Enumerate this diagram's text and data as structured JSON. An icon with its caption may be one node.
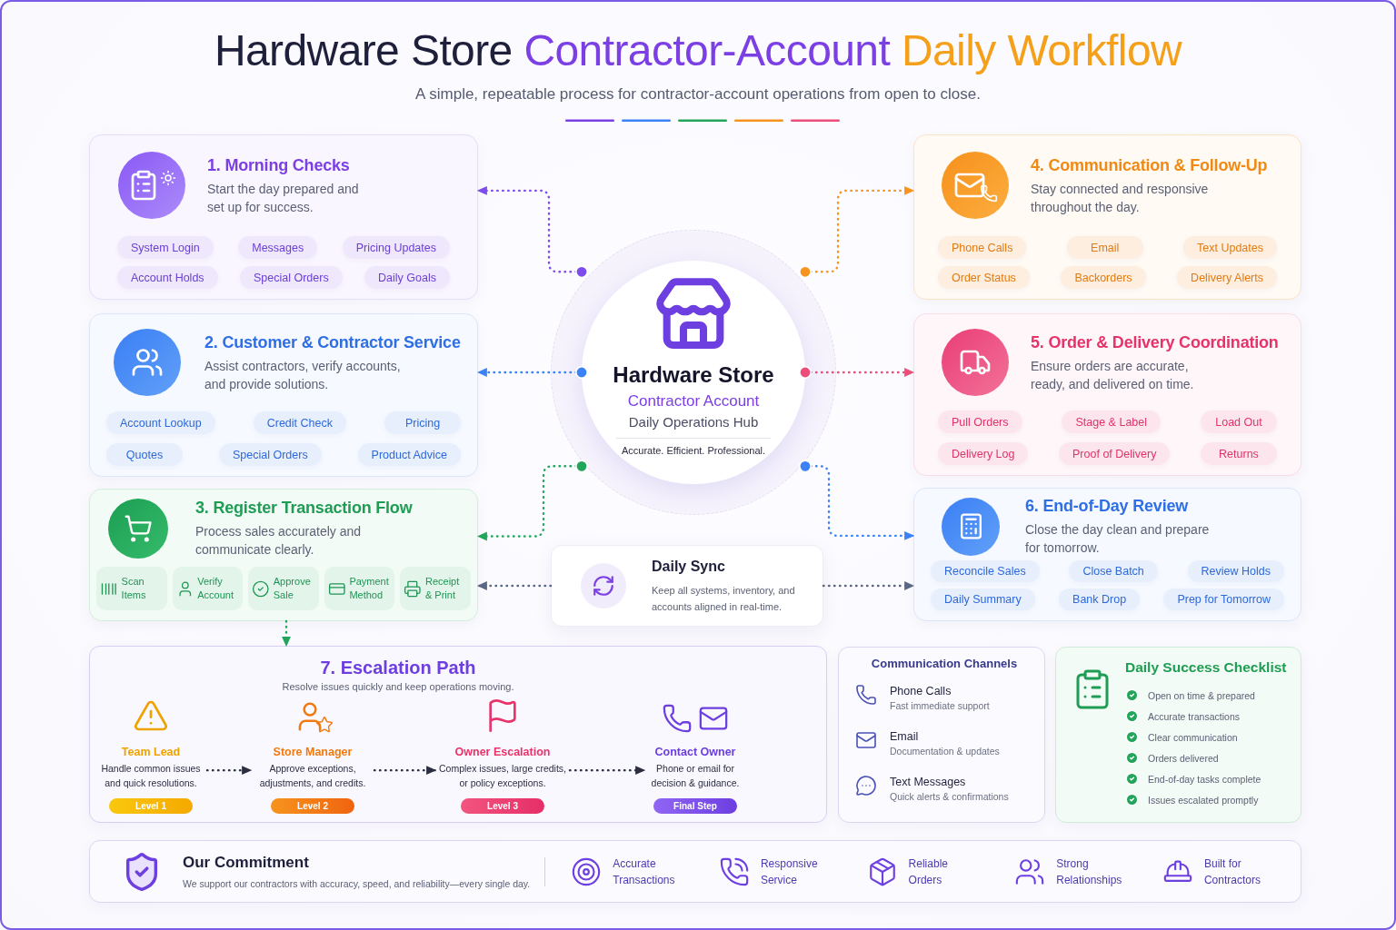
{
  "diagram": {
    "title": "Hardware Store Contractor-Account Daily Workflow",
    "caption": "A simple, repeatable process for contractor-account operations from open to close.",
    "nodes": [
      {
        "text": [
          "1. Morning Checks",
          "Start the day prepared and set up for success."
        ]
      },
      {
        "text": [
          "System Login"
        ],
        "in": 0
      },
      {
        "text": [
          "Messages"
        ],
        "in": 0
      },
      {
        "text": [
          "Pricing Updates"
        ],
        "in": 0
      },
      {
        "text": [
          "Account Holds"
        ],
        "in": 0
      },
      {
        "text": [
          "Special Orders"
        ],
        "in": 0
      },
      {
        "text": [
          "Daily Goals"
        ],
        "in": 0
      },
      {
        "text": [
          "Hardware Store",
          "Contractor Account",
          "Daily Operations Hub",
          "Accurate. Efficient. Professional."
        ]
      },
      {
        "text": [
          "4. Communication & Follow-Up",
          "Stay connected and responsive throughout the day."
        ]
      },
      {
        "text": [
          "Phone Calls"
        ],
        "in": 8
      },
      {
        "text": [
          "Email"
        ],
        "in": 8
      },
      {
        "text": [
          "Text Updates"
        ],
        "in": 8
      },
      {
        "text": [
          "Order Status"
        ],
        "in": 8
      },
      {
        "text": [
          "Backorders"
        ],
        "in": 8
      },
      {
        "text": [
          "Delivery Alerts"
        ],
        "in": 8
      },
      {
        "text": [
          "2. Customer & Contractor Service",
          "Assist contractors, verify accounts, and provide solutions."
        ]
      },
      {
        "text": [
          "Account Lookup"
        ],
        "in": 15
      },
      {
        "text": [
          "Credit Check"
        ],
        "in": 15
      },
      {
        "text": [
          "Pricing"
        ],
        "in": 15
      },
      {
        "text": [
          "Quotes"
        ],
        "in": 15
      },
      {
        "text": [
          "Special Orders"
        ],
        "in": 15
      },
      {
        "text": [
          "Product Advice"
        ],
        "in": 15
      },
      {
        "text": [
          "5. Order & Delivery Coordination",
          "Ensure orders are accurate, ready, and delivered on time."
        ]
      },
      {
        "text": [
          "Pull Orders"
        ],
        "in": 22
      },
      {
        "text": [
          "Stage & Label"
        ],
        "in": 22
      },
      {
        "text": [
          "Load Out"
        ],
        "in": 22
      },
      {
        "text": [
          "Delivery Log"
        ],
        "in": 22
      },
      {
        "text": [
          "Proof of Delivery"
        ],
        "in": 22
      },
      {
        "text": [
          "Returns"
        ],
        "in": 22
      },
      {
        "text": [
          "3. Register Transaction Flow",
          "Process sales accurately and communicate clearly."
        ]
      },
      {
        "text": [
          "Scan Items"
        ],
        "in": 29
      },
      {
        "text": [
          "Verify Account"
        ],
        "in": 29
      },
      {
        "text": [
          "Approve Sale"
        ],
        "in": 29
      },
      {
        "text": [
          "Payment Method"
        ],
        "in": 29
      },
      {
        "text": [
          "Receipt & Print"
        ],
        "in": 29
      },
      {
        "text": [
          "Daily Sync",
          "Keep all systems, inventory, and accounts aligned in real-time."
        ]
      },
      {
        "text": [
          "6. End-of-Day Review",
          "Close the day clean and prepare for tomorrow."
        ]
      },
      {
        "text": [
          "Reconcile Sales"
        ],
        "in": 36
      },
      {
        "text": [
          "Close Batch"
        ],
        "in": 36
      },
      {
        "text": [
          "Review Holds"
        ],
        "in": 36
      },
      {
        "text": [
          "Daily Summary"
        ],
        "in": 36
      },
      {
        "text": [
          "Bank Drop"
        ],
        "in": 36
      },
      {
        "text": [
          "Prep for Tomorrow"
        ],
        "in": 36
      },
      {
        "text": [
          "7. Escalation Path",
          "Resolve issues quickly and keep operations moving."
        ]
      },
      {
        "text": [
          "Team Lead",
          "Handle common issues and quick resolutions."
        ],
        "in": 43
      },
      {
        "text": [
          "Level 1"
        ],
        "in": 43
      },
      {
        "text": [
          "Store Manager",
          "Approve exceptions, adjustments, and credits."
        ],
        "in": 43
      },
      {
        "text": [
          "Level 2"
        ],
        "in": 43
      },
      {
        "text": [
          "Owner Escalation",
          "Complex issues, large credits, or policy exceptions."
        ],
        "in": 43
      },
      {
        "text": [
          "Level 3"
        ],
        "in": 43
      },
      {
        "text": [
          "Contact Owner",
          "Phone or email for decision & guidance."
        ],
        "in": 43
      },
      {
        "text": [
          "Final Step"
        ],
        "in": 43
      },
      {
        "text": [
          "Communication Channels",
          "Phone Calls",
          "Fast immediate support",
          "Email",
          "Documentation & updates",
          "Text Messages",
          "Quick alerts & confirmations"
        ]
      },
      {
        "text": [
          "Daily Success Checklist",
          "Open on time & prepared",
          "Accurate transactions",
          "Clear communication",
          "Orders delivered",
          "End-of-day tasks complete",
          "Issues escalated promptly"
        ]
      },
      {
        "text": [
          "Our Commitment",
          "We support our contractors with accuracy, speed, and reliability—every single day.",
          "Accurate Transactions",
          "Responsive Service",
          "Reliable Orders",
          "Strong Relationships",
          "Built for Contractors"
        ]
      }
    ],
    "edges": [
      {
        "from": 7,
        "to": 0,
        "arrow": "to",
        "style": "dashed",
        "color": "#7c4dea"
      },
      {
        "from": 7,
        "to": 8,
        "arrow": "to",
        "style": "dashed",
        "color": "#f7931e"
      },
      {
        "from": 7,
        "to": 15,
        "arrow": "to",
        "style": "dashed",
        "color": "#3b82f6"
      },
      {
        "from": 7,
        "to": 22,
        "arrow": "to",
        "style": "dashed",
        "color": "#ec4d7a"
      },
      {
        "from": 7,
        "to": 29,
        "arrow": "to",
        "style": "dashed",
        "color": "#22a55a"
      },
      {
        "from": 7,
        "to": 36,
        "arrow": "to",
        "style": "dashed",
        "color": "#3b82f6"
      },
      {
        "from": 35,
        "to": 29,
        "arrow": "to",
        "style": "dashed",
        "color": "#5b6787"
      },
      {
        "from": 35,
        "to": 36,
        "arrow": "to",
        "style": "dashed",
        "color": "#5b6787"
      },
      {
        "from": 29,
        "to": 43,
        "arrow": "to",
        "style": "dashed",
        "color": "#22a55a"
      },
      {
        "from": 44,
        "to": 46,
        "arrow": "to",
        "style": "dashed",
        "color": "#2b2d40"
      },
      {
        "from": 46,
        "to": 48,
        "arrow": "to",
        "style": "dashed",
        "color": "#2b2d40"
      },
      {
        "from": 48,
        "to": 50,
        "arrow": "to",
        "style": "dashed",
        "color": "#2b2d40"
      }
    ]
  }
}
